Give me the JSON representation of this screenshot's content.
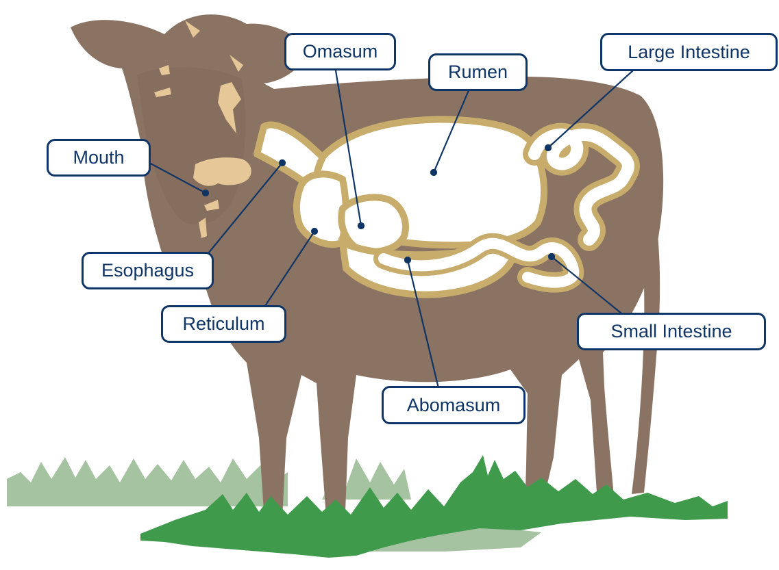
{
  "colors": {
    "cow": "#8a7363",
    "cow_dark": "#7a6455",
    "markings": "#e6c797",
    "gut_outline": "#c8ac6c",
    "gut_fill": "#ffffff",
    "grass_light": "#a5c3a0",
    "grass_dark": "#3f9a4c",
    "label_text": "#0f3466",
    "leader_line": "#0f3466"
  },
  "labels": {
    "omasum": "Omasum",
    "rumen": "Rumen",
    "large_intestine": "Large Intestine",
    "mouth": "Mouth",
    "esophagus": "Esophagus",
    "reticulum": "Reticulum",
    "abomasum": "Abomasum",
    "small_intestine": "Small Intestine"
  }
}
